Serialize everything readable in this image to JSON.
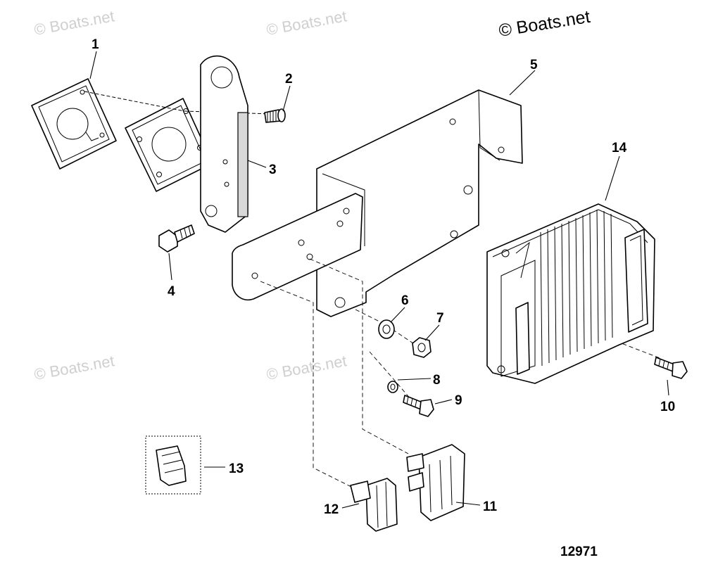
{
  "watermark": "© Boats.net",
  "brand_mark": "© Boats.net",
  "diagram_number": "12971",
  "callouts": {
    "c1": "1",
    "c2": "2",
    "c3": "3",
    "c4": "4",
    "c5": "5",
    "c6": "6",
    "c7": "7",
    "c8": "8",
    "c9": "9",
    "c10": "10",
    "c11": "11",
    "c12": "12",
    "c13": "13",
    "c14": "14"
  },
  "colors": {
    "line": "#000000",
    "watermark": "#cfcfcf",
    "background": "#ffffff"
  }
}
